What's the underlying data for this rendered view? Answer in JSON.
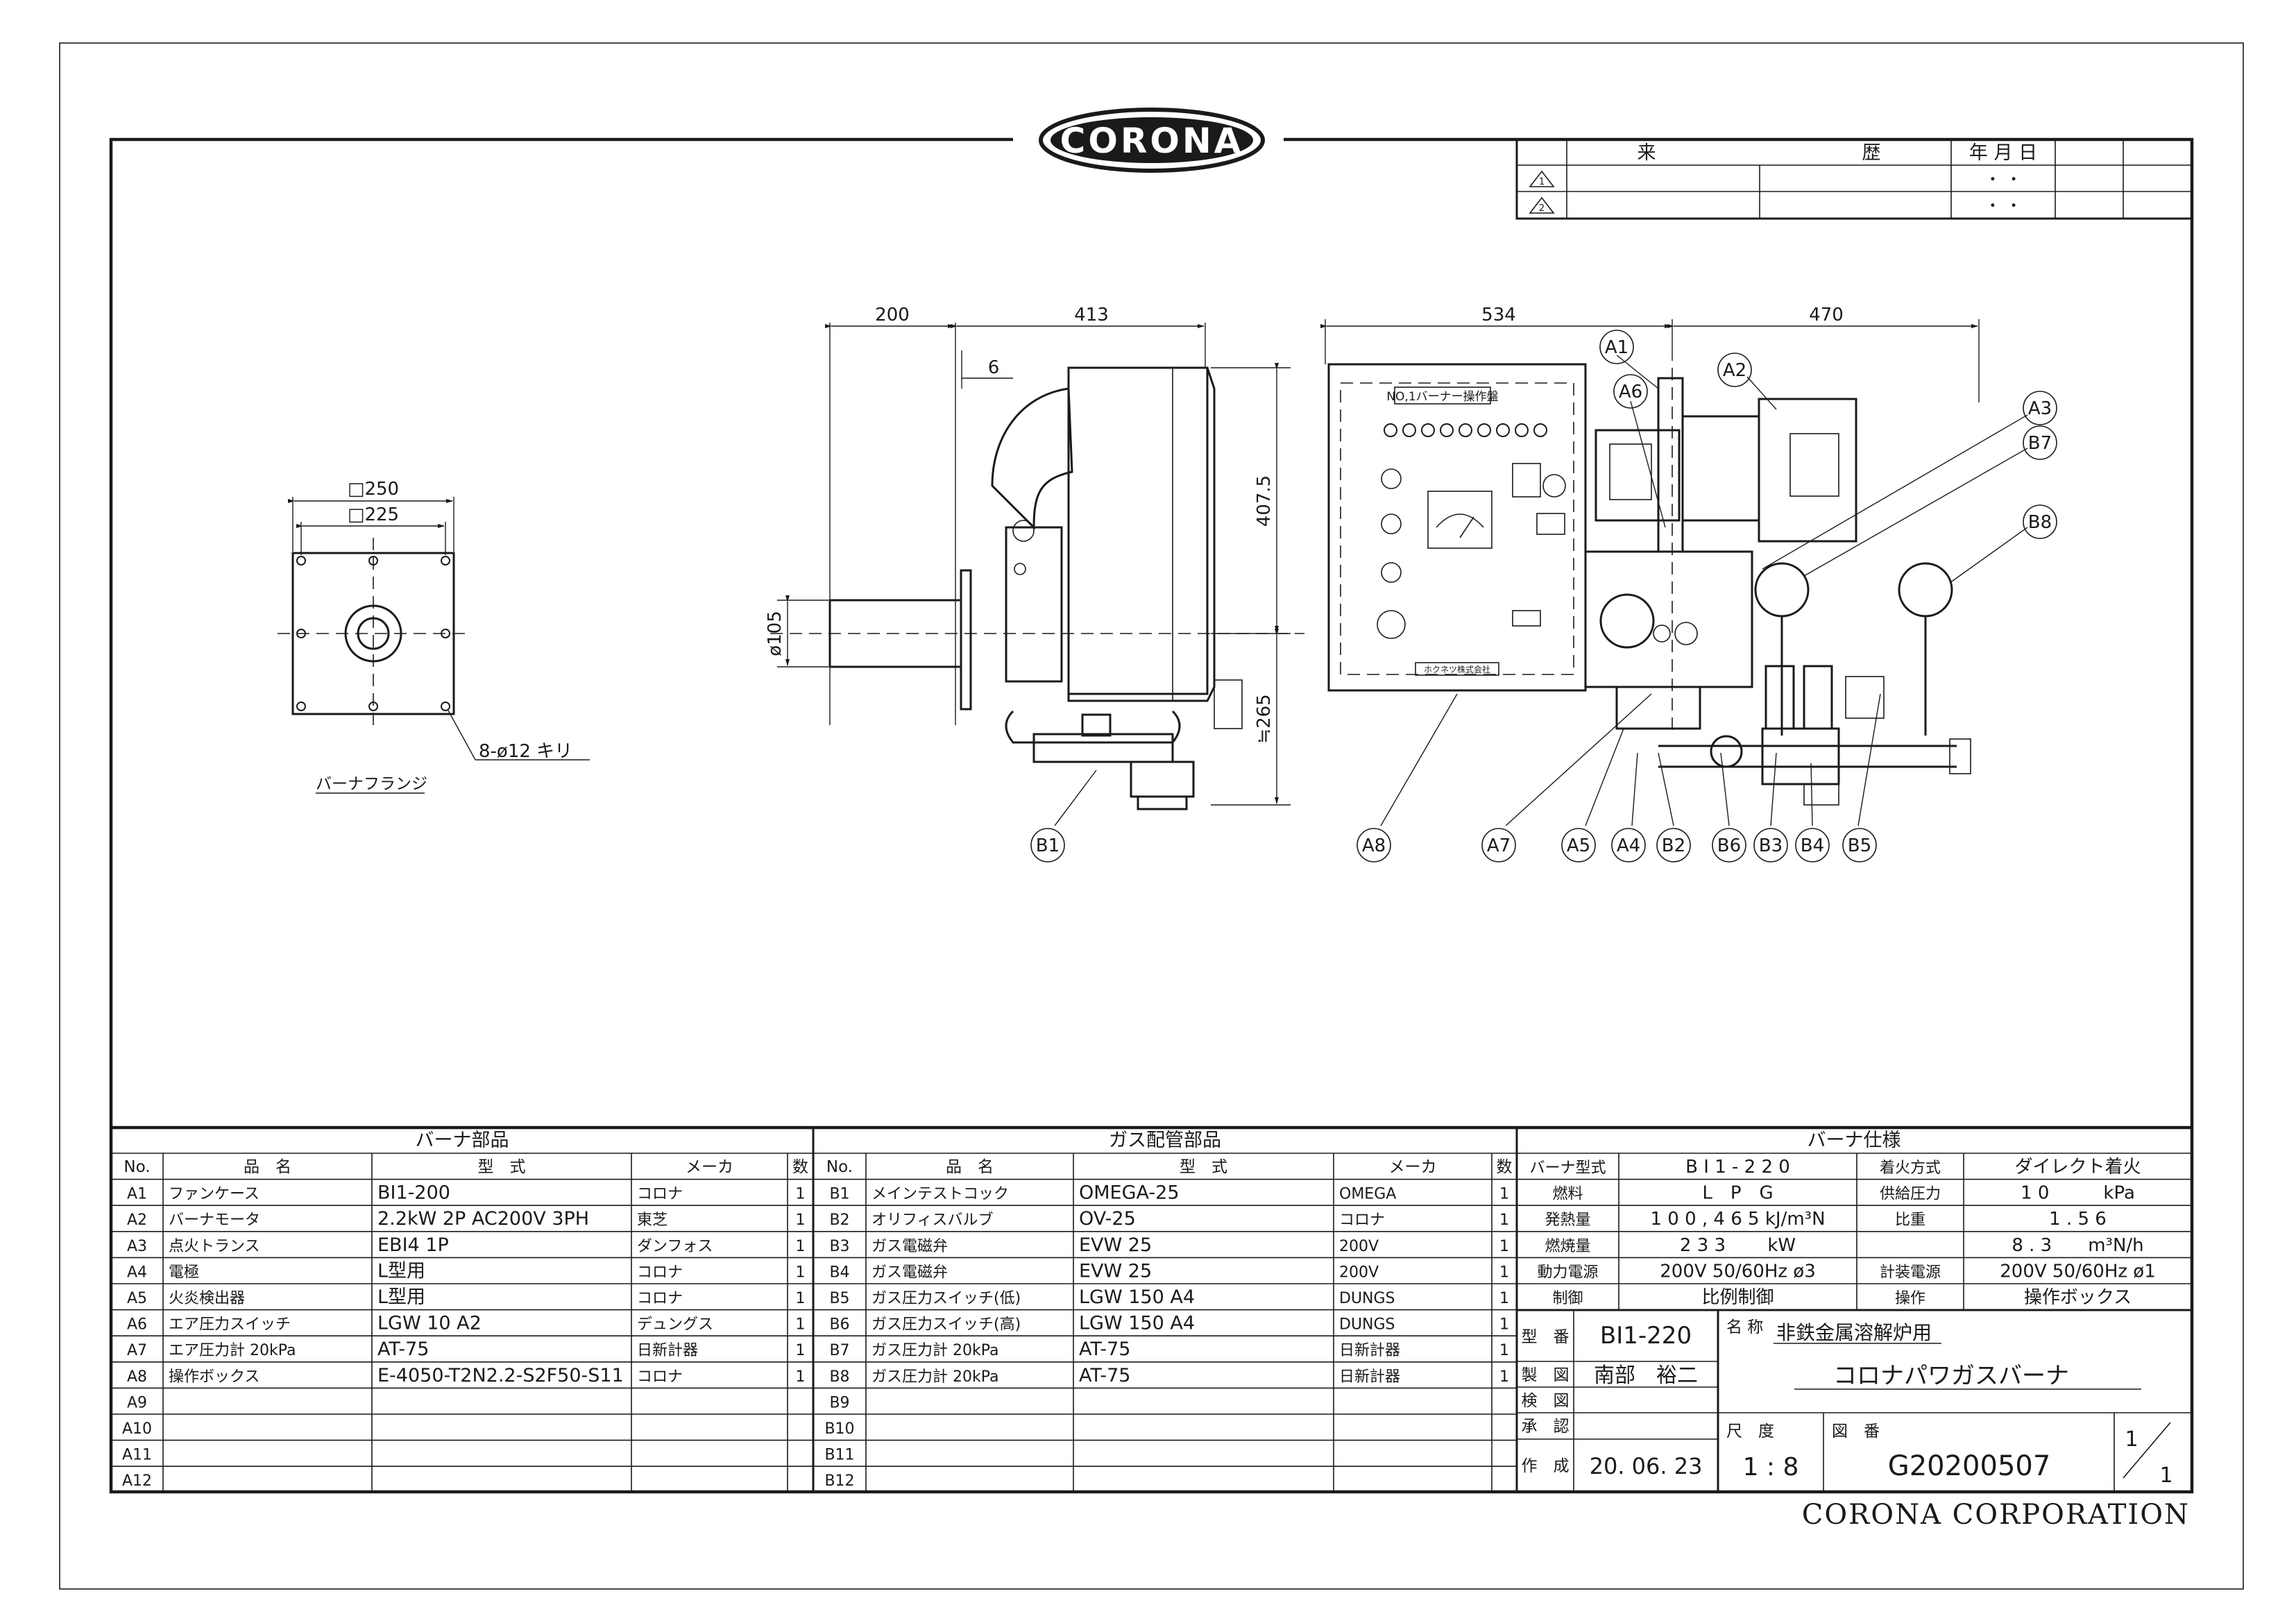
{
  "logo": {
    "text": "CORONA"
  },
  "history": {
    "col_history": "来　　　　　　　　　　　歴",
    "col_date": "年 月 日",
    "rev1_mark": "1",
    "rev2_mark": "2",
    "rev1_date": "・ ・",
    "rev2_date": "・ ・"
  },
  "flange": {
    "dim_outer": "□250",
    "dim_inner": "□225",
    "holes": "8-ø12 キリ",
    "caption": "バーナフランジ"
  },
  "dims": {
    "d200": "200",
    "d413": "413",
    "d6": "6",
    "d407": "407.5",
    "d105": "ø105",
    "d265": "≒265",
    "d534": "534",
    "d470": "470"
  },
  "panel": {
    "title": "NO,1バーナー操作盤",
    "maker_plate": "ホクネツ株式会社"
  },
  "callouts": {
    "A1": "A1",
    "A2": "A2",
    "A3": "A3",
    "A4": "A4",
    "A5": "A5",
    "A6": "A6",
    "A7": "A7",
    "A8": "A8",
    "B1": "B1",
    "B2": "B2",
    "B3": "B3",
    "B4": "B4",
    "B5": "B5",
    "B6": "B6",
    "B7": "B7",
    "B8": "B8"
  },
  "burner_parts": {
    "title": "バーナ部品",
    "headers": [
      "No.",
      "品　名",
      "型　式",
      "メーカ",
      "数"
    ],
    "rows": [
      [
        "A1",
        "ファンケース",
        "BI1-200",
        "コロナ",
        "1"
      ],
      [
        "A2",
        "バーナモータ",
        "2.2kW 2P AC200V 3PH",
        "東芝",
        "1"
      ],
      [
        "A3",
        "点火トランス",
        "EBI4 1P",
        "ダンフォス",
        "1"
      ],
      [
        "A4",
        "電極",
        "L型用",
        "コロナ",
        "1"
      ],
      [
        "A5",
        "火炎検出器",
        "L型用",
        "コロナ",
        "1"
      ],
      [
        "A6",
        "エア圧力スイッチ",
        "LGW 10 A2",
        "デュングス",
        "1"
      ],
      [
        "A7",
        "エア圧力計 20kPa",
        "AT-75",
        "日新計器",
        "1"
      ],
      [
        "A8",
        "操作ボックス",
        "E-4050-T2N2.2-S2F50-S11",
        "コロナ",
        "1"
      ],
      [
        "A9",
        "",
        "",
        "",
        ""
      ],
      [
        "A10",
        "",
        "",
        "",
        ""
      ],
      [
        "A11",
        "",
        "",
        "",
        ""
      ],
      [
        "A12",
        "",
        "",
        "",
        ""
      ]
    ]
  },
  "gas_parts": {
    "title": "ガス配管部品",
    "headers": [
      "No.",
      "品　名",
      "型　式",
      "メーカ",
      "数"
    ],
    "rows": [
      [
        "B1",
        "メインテストコック",
        "OMEGA-25",
        "OMEGA",
        "1"
      ],
      [
        "B2",
        "オリフィスバルブ",
        "OV-25",
        "コロナ",
        "1"
      ],
      [
        "B3",
        "ガス電磁弁",
        "EVW 25",
        "200V",
        "1"
      ],
      [
        "B4",
        "ガス電磁弁",
        "EVW 25",
        "200V",
        "1"
      ],
      [
        "B5",
        "ガス圧力スイッチ(低)",
        "LGW 150 A4",
        "DUNGS",
        "1"
      ],
      [
        "B6",
        "ガス圧力スイッチ(高)",
        "LGW 150 A4",
        "DUNGS",
        "1"
      ],
      [
        "B7",
        "ガス圧力計 20kPa",
        "AT-75",
        "日新計器",
        "1"
      ],
      [
        "B8",
        "ガス圧力計 20kPa",
        "AT-75",
        "日新計器",
        "1"
      ],
      [
        "B9",
        "",
        "",
        "",
        ""
      ],
      [
        "B10",
        "",
        "",
        "",
        ""
      ],
      [
        "B11",
        "",
        "",
        "",
        ""
      ],
      [
        "B12",
        "",
        "",
        "",
        ""
      ]
    ]
  },
  "spec": {
    "title": "バーナ仕様",
    "rows": [
      [
        "バーナ型式",
        "B I 1 - 2 2 0",
        "着火方式",
        "ダイレクト着火"
      ],
      [
        "燃料",
        "L　P　G",
        "供給圧力",
        "1 0　　　kPa"
      ],
      [
        "発熱量",
        "1 0 0 , 4 6 5 kJ/m³N",
        "比重",
        "1 . 5 6"
      ],
      [
        "燃焼量",
        "2 3 3　　 kW",
        "",
        "8 . 3　　m³N/h"
      ],
      [
        "動力電源",
        "200V 50/60Hz ø3",
        "計装電源",
        "200V 50/60Hz ø1"
      ],
      [
        "制御",
        "比例制御",
        "操作",
        "操作ボックス"
      ]
    ]
  },
  "title_block": {
    "model_label": "型　番",
    "model_value": "BI1-220",
    "name_label": "名 称",
    "name_sub": "非鉄金属溶解炉用",
    "name_main": "コロナパワガスバーナ",
    "drawn_label": "製　図",
    "drawn_value": "南部　裕二",
    "checked_label": "検　図",
    "approved_label": "承　認",
    "created_label": "作　成",
    "created_value": "20. 06. 23",
    "scale_label": "尺　度",
    "scale_value": "1 : 8",
    "drawing_no_label": "図　番",
    "drawing_no_value": "G20200507",
    "sheet_num": "1",
    "sheet_den": "1",
    "company": "CORONA CORPORATION"
  }
}
